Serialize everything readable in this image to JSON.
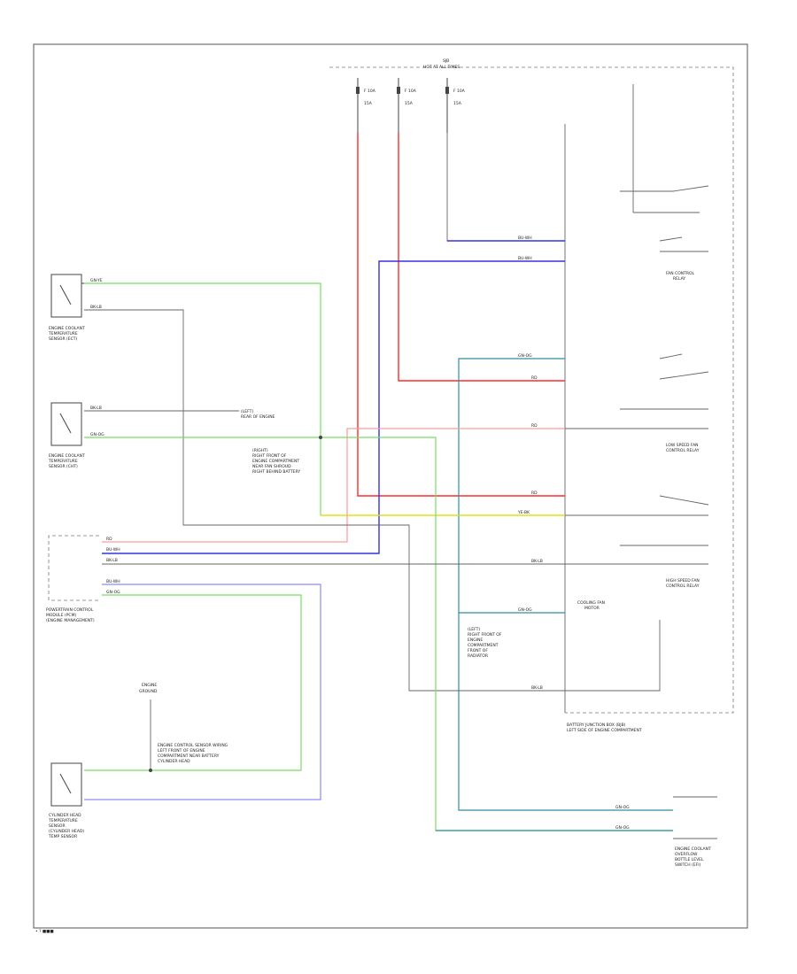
{
  "diagram": {
    "footer_code": "• ? ■■■",
    "junction_box": {
      "title": "SJB",
      "subtitle": "HOT AT ALL TIMES",
      "fuses": [
        {
          "name": "F 10A",
          "sub": "15A"
        },
        {
          "name": "F 10A",
          "sub": "15A"
        },
        {
          "name": "F 10A",
          "sub": "15A"
        }
      ],
      "footer": "BATTERY JUNCTION BOX (BJB)",
      "footer2": "LEFT SIDE OF ENGINE COMPARTMENT"
    },
    "components": {
      "ect_sensor": {
        "l1": "ENGINE COOLANT",
        "l2": "TEMPERATURE",
        "l3": "SENSOR (ECT)"
      },
      "cht_sensor": {
        "l1": "ENGINE COOLANT",
        "l2": "TEMPERATURE",
        "l3": "SENSOR (CHT)"
      },
      "pcm": {
        "l1": "POWERTRAIN CONTROL",
        "l2": "MODULE (PCM)",
        "l3": "(ENGINE MANAGEMENT)"
      },
      "cylinder_head": {
        "l1": "CYLINDER HEAD",
        "l2": "TEMPERATURE",
        "l3": "SENSOR",
        "l4": "(CYLINDER HEAD)",
        "l5": "TEMP SENSOR"
      },
      "engine_ground": {
        "l1": "ENGINE",
        "l2": "GROUND"
      },
      "fan_relay": {
        "l1": "FAN CONTROL",
        "l2": "RELAY"
      },
      "low_speed_relay": {
        "l1": "LOW SPEED FAN",
        "l2": "CONTROL RELAY"
      },
      "high_speed_relay": {
        "l1": "HIGH SPEED FAN",
        "l2": "CONTROL RELAY"
      },
      "fan_motor": {
        "l1": "COOLING FAN",
        "l2": "MOTOR"
      },
      "overflow_switch": {
        "l1": "ENGINE COOLANT",
        "l2": "OVERFLOW",
        "l3": "BOTTLE LEVEL",
        "l4": "SWITCH (EFI)"
      }
    },
    "notes": {
      "note1": {
        "l1": "(LEFT)",
        "l2": "REAR OF ENGINE"
      },
      "note2": {
        "l1": "(RIGHT)",
        "l2": "RIGHT FRONT OF",
        "l3": "ENGINE COMPARTMENT",
        "l4": "NEAR FAN SHROUD",
        "l5": "RIGHT BEHIND BATTERY"
      },
      "note3": {
        "l1": "(LEFT)",
        "l2": "RIGHT FRONT OF",
        "l3": "ENGINE",
        "l4": "COMPARTMENT",
        "l5": "FRONT OF",
        "l6": "RADIATOR"
      },
      "note4": {
        "l1": "ENGINE CONTROL SENSOR WIRING",
        "l2": "LEFT FRONT OF ENGINE",
        "l3": "COMPARTMENT NEAR BATTERY",
        "l4": "CYLINDER HEAD"
      }
    },
    "wires": {
      "ect_sig": "GN-YE",
      "ect_gnd": "BK-LB",
      "cht_sig": "BK-LB",
      "cht_gnd": "GN-OG",
      "pcm_p1": "RD",
      "pcm_p2": "BU-WH",
      "pcm_p3": "BK-LB",
      "pcm_p4": "BU-WH",
      "pcm_p5": "GN-OG",
      "w_bu": "BU-WH",
      "w_bu2": "BU-WH",
      "w_gn": "GN-OG",
      "w_rd": "RD",
      "w_rd2": "RD",
      "w_rd3": "RD",
      "w_ye": "YE-BK",
      "w_gy": "BK-LB",
      "w_gy2": "GN-OG",
      "w_bk": "BK-LB",
      "w_gnd": "GN-OG",
      "w_gnd2": "GN-OG"
    }
  }
}
